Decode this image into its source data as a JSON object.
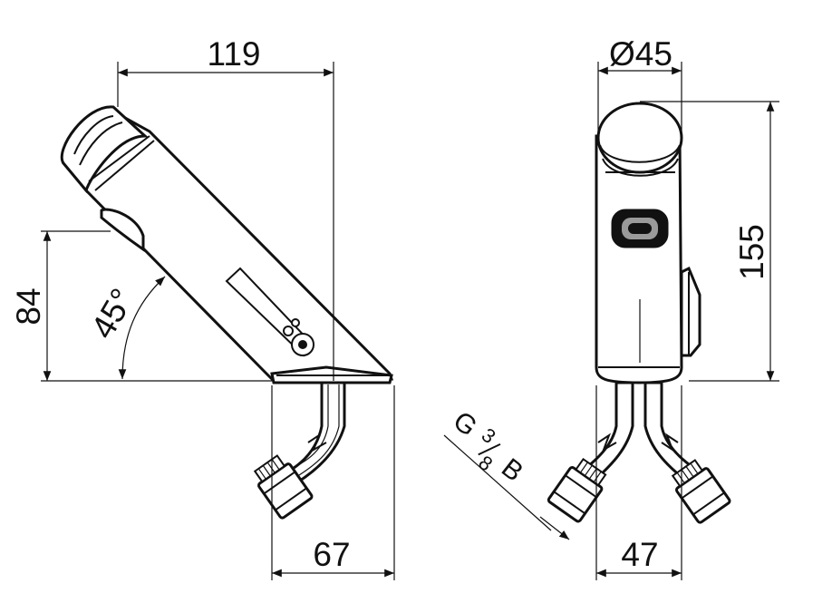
{
  "dimensions": {
    "side_length": "119",
    "side_height": "84",
    "side_angle": "45°",
    "side_base": "67",
    "front_diameter": "Ø45",
    "front_height": "155",
    "front_base": "47"
  },
  "thread": {
    "letter": "G",
    "numerator": "3",
    "denominator": "8",
    "suffix": "B"
  }
}
